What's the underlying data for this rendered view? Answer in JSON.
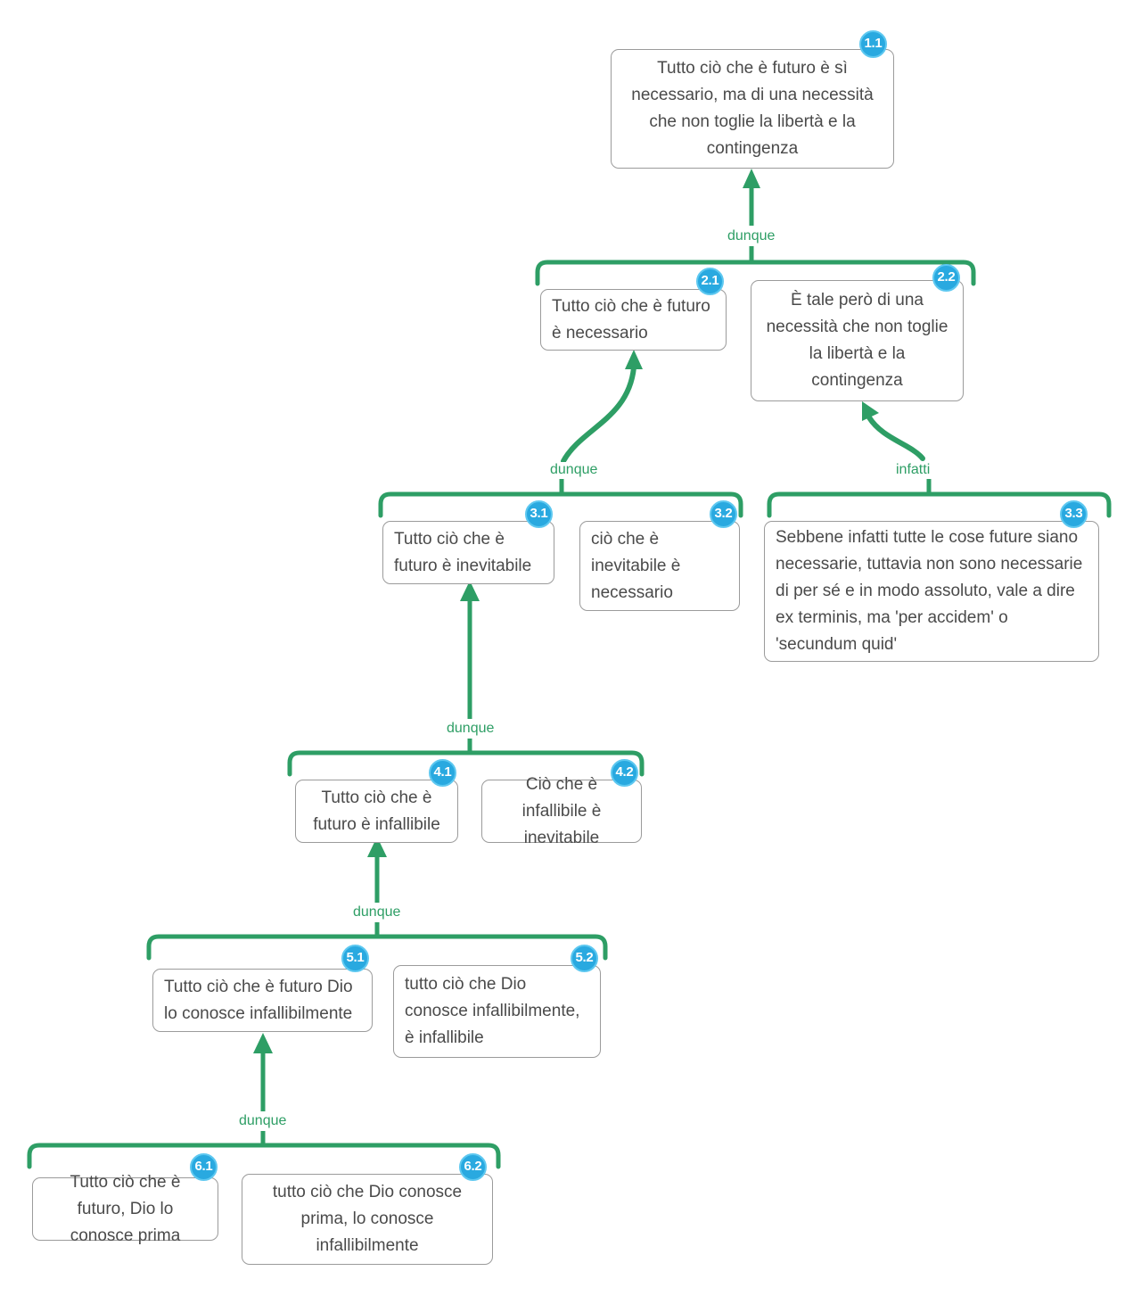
{
  "diagram": {
    "title": "Mappa argomentativa - necessita e liberta",
    "accent_green": "#2e9e65",
    "badge_fill": "#29a9e0",
    "badge_ring": "#5ec8f0",
    "node_border": "#9b9b9b",
    "text_color": "#4a4a4a"
  },
  "nodes": [
    {
      "id": "1.1",
      "text": "Tutto ciò che è futuro è sì necessario, ma di una necessità che non toglie la libertà e la contingenza",
      "align": "center"
    },
    {
      "id": "2.1",
      "text": "Tutto ciò che è futuro è necessario",
      "align": "left"
    },
    {
      "id": "2.2",
      "text": "È tale però di una necessità che non toglie la libertà e la contingenza",
      "align": "center"
    },
    {
      "id": "3.1",
      "text": "Tutto ciò che è futuro è inevitabile",
      "align": "left"
    },
    {
      "id": "3.2",
      "text": "ciò che è inevitabile è necessario",
      "align": "left"
    },
    {
      "id": "3.3",
      "text": "Sebbene infatti tutte le cose future siano necessarie, tuttavia non sono necessarie di per sé e in modo assoluto, vale a dire ex terminis, ma 'per accidem' o 'secundum quid'",
      "align": "left"
    },
    {
      "id": "4.1",
      "text": "Tutto ciò che è futuro è infallibile",
      "align": "center"
    },
    {
      "id": "4.2",
      "text": "Ciò che è infallibile è inevitabile",
      "align": "center"
    },
    {
      "id": "5.1",
      "text": "Tutto ciò che è futuro Dio lo conosce infallibilmente",
      "align": "left"
    },
    {
      "id": "5.2",
      "text": "tutto ciò che Dio conosce infallibilmente, è infallibile",
      "align": "left"
    },
    {
      "id": "6.1",
      "text": "Tutto ciò che è futuro, Dio lo conosce prima",
      "align": "center"
    },
    {
      "id": "6.2",
      "text": "tutto ciò che Dio conosce prima, lo conosce infallibilmente",
      "align": "center"
    }
  ],
  "inferences": [
    {
      "label": "dunque",
      "from": [
        "2.1",
        "2.2"
      ],
      "to": "1.1"
    },
    {
      "label": "dunque",
      "from": [
        "3.1",
        "3.2"
      ],
      "to": "2.1"
    },
    {
      "label": "infatti",
      "from": [
        "3.3"
      ],
      "to": "2.2"
    },
    {
      "label": "dunque",
      "from": [
        "4.1",
        "4.2"
      ],
      "to": "3.1"
    },
    {
      "label": "dunque",
      "from": [
        "5.1",
        "5.2"
      ],
      "to": "4.1"
    },
    {
      "label": "dunque",
      "from": [
        "6.1",
        "6.2"
      ],
      "to": "5.1"
    }
  ]
}
